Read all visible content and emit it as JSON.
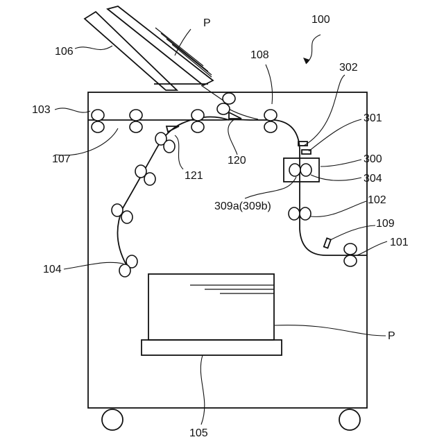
{
  "figure": {
    "labels": {
      "l100": "100",
      "l101": "101",
      "l102": "102",
      "l103": "103",
      "l104": "104",
      "l105": "105",
      "l106": "106",
      "l107": "107",
      "l108": "108",
      "l109": "109",
      "l120": "120",
      "l121": "121",
      "l300": "300",
      "l301": "301",
      "l302": "302",
      "l304": "304",
      "l309": "309a(309b)",
      "p_top": "P",
      "p_bottom": "P"
    }
  }
}
